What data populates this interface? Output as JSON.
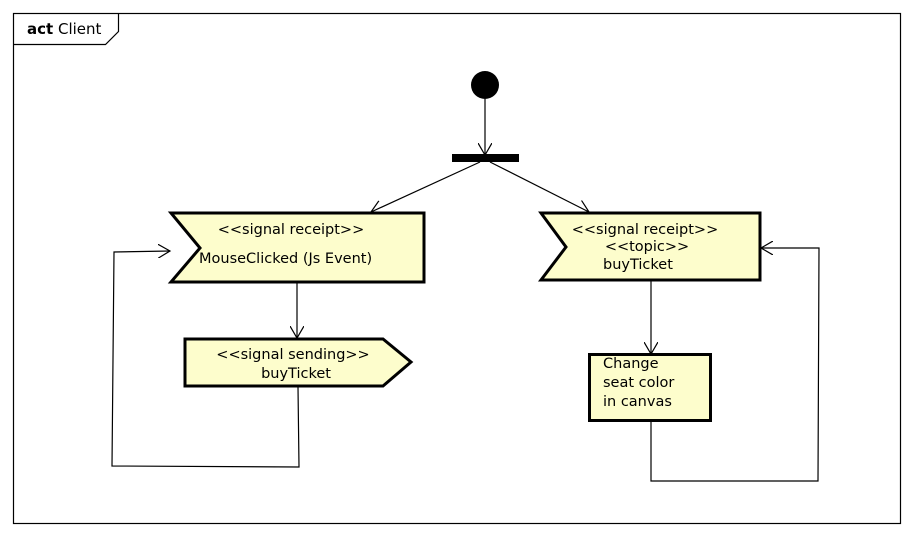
{
  "frame": {
    "keyword": "act",
    "name": "Client"
  },
  "nodes": {
    "initial": {
      "type": "initial-node"
    },
    "fork": {
      "type": "fork-bar"
    },
    "mouse_clicked": {
      "type": "accept-event",
      "stereotype": "<<signal receipt>>",
      "name": "MouseClicked (Js Event)"
    },
    "send_buy_ticket": {
      "type": "send-signal",
      "stereotype": "<<signal sending>>",
      "name": "buyTicket"
    },
    "receive_buy_ticket": {
      "type": "accept-event",
      "stereotype": "<<signal receipt>>",
      "stereotype2": "<<topic>>",
      "name": "buyTicket"
    },
    "change_seat_color": {
      "type": "action",
      "lines": [
        "Change",
        "seat color",
        "in canvas"
      ]
    }
  },
  "edges": [
    {
      "from": "initial",
      "to": "fork"
    },
    {
      "from": "fork",
      "to": "mouse_clicked"
    },
    {
      "from": "fork",
      "to": "receive_buy_ticket"
    },
    {
      "from": "mouse_clicked",
      "to": "send_buy_ticket"
    },
    {
      "from": "send_buy_ticket",
      "to": "mouse_clicked"
    },
    {
      "from": "receive_buy_ticket",
      "to": "change_seat_color"
    },
    {
      "from": "change_seat_color",
      "to": "receive_buy_ticket"
    }
  ],
  "colors": {
    "node_fill": "#fdfdcc",
    "stroke": "#000000"
  }
}
